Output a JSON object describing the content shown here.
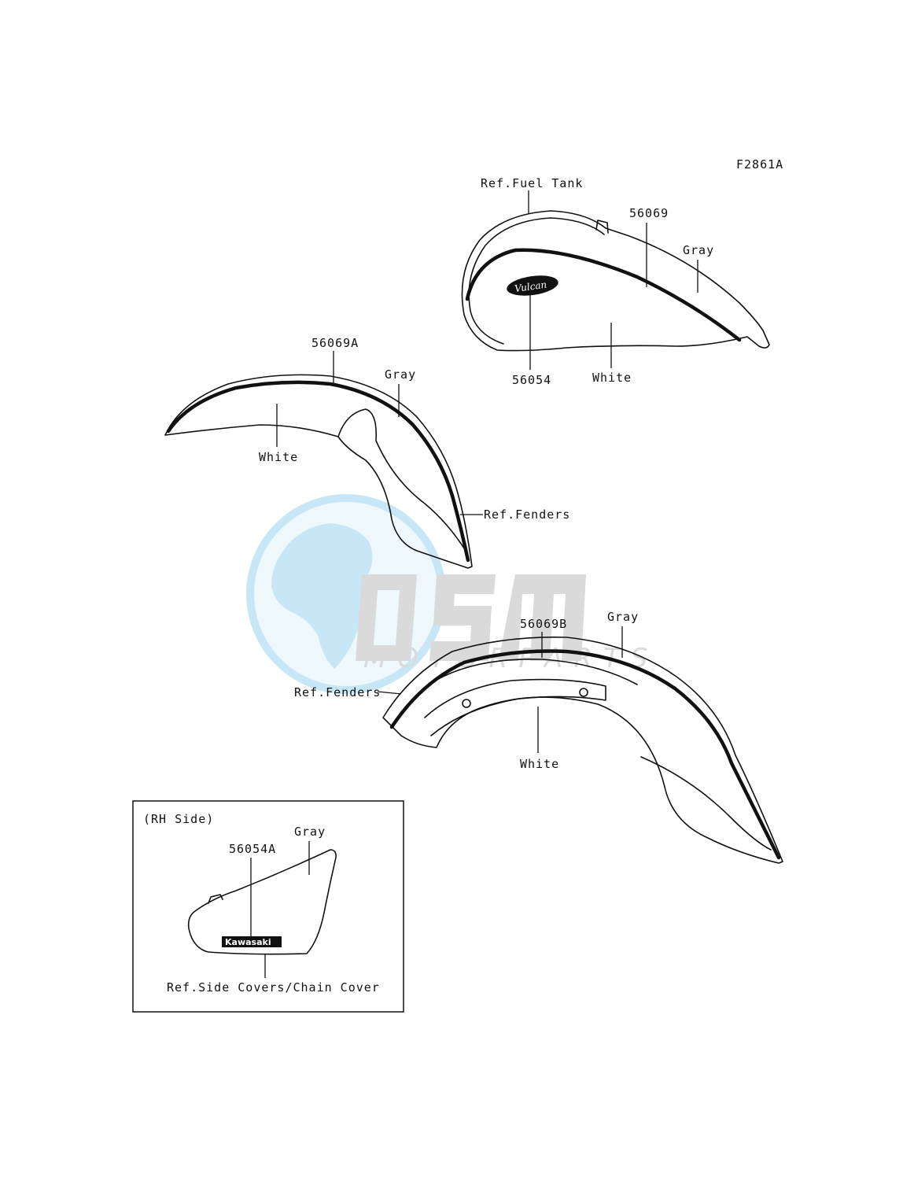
{
  "figure_code": "F2861A",
  "fuel_tank": {
    "ref_label": "Ref.Fuel Tank",
    "part_stripe": "56069",
    "part_emblem": "56054",
    "color_top": "Gray",
    "color_bottom": "White"
  },
  "front_fender": {
    "part_number": "56069A",
    "color_top": "Gray",
    "color_bottom": "White",
    "ref_label": "Ref.Fenders"
  },
  "rear_fender": {
    "part_number": "56069B",
    "color_top": "Gray",
    "color_bottom": "White",
    "ref_label": "Ref.Fenders"
  },
  "side_cover_inset": {
    "side_label": "(RH Side)",
    "part_number": "56054A",
    "color_top": "Gray",
    "ref_label": "Ref.Side Covers/Chain Cover",
    "badge_text": "Kawasaki"
  },
  "watermark": {
    "brand": "OSM",
    "subtitle": "MOTORPARTS",
    "color_globe": "#bfe3f5",
    "color_letters": "#d4d4d4"
  }
}
